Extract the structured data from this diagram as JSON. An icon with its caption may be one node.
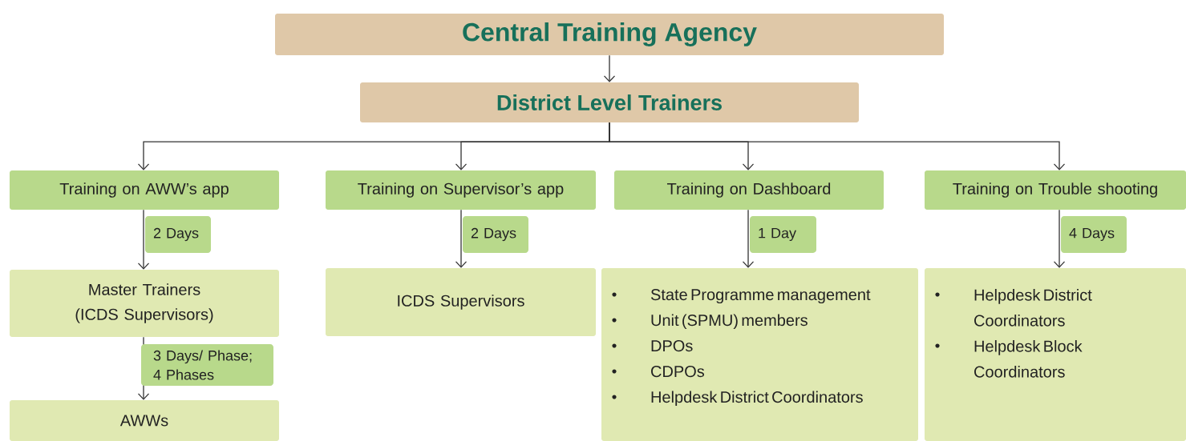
{
  "diagram": {
    "nodes": [
      {
        "text": [
          "Central Training Agency"
        ]
      },
      {
        "text": [
          "District Level Trainers"
        ]
      },
      {
        "text": [
          "Training on AWW’s app"
        ]
      },
      {
        "text": [
          "Training on Supervisor’s app"
        ]
      },
      {
        "text": [
          "Training on Dashboard"
        ]
      },
      {
        "text": [
          "Training on Trouble shooting"
        ]
      },
      {
        "text": [
          "Master Trainers (ICDS Supervisors)"
        ]
      },
      {
        "text": [
          "ICDS Supervisors"
        ]
      },
      {
        "text": [
          "State Programme management",
          "Unit (SPMU) members",
          "DPOs",
          "CDPOs",
          "Helpdesk District Coordinators"
        ]
      },
      {
        "text": [
          "Helpdesk District Coordinators",
          "Helpdesk Block Coordinators"
        ]
      },
      {
        "text": [
          "AWWs"
        ]
      }
    ],
    "edges": [
      {
        "from": 0,
        "to": 1,
        "arrow": "to"
      },
      {
        "from": 1,
        "to": 2,
        "arrow": "to"
      },
      {
        "from": 1,
        "to": 3,
        "arrow": "to"
      },
      {
        "from": 1,
        "to": 4,
        "arrow": "to"
      },
      {
        "from": 1,
        "to": 5,
        "arrow": "to"
      },
      {
        "from": 2,
        "to": 6,
        "arrow": "to",
        "label": "2 Days"
      },
      {
        "from": 3,
        "to": 7,
        "arrow": "to",
        "label": "2 Days"
      },
      {
        "from": 4,
        "to": 8,
        "arrow": "to",
        "label": "1 Day"
      },
      {
        "from": 5,
        "to": 9,
        "arrow": "to",
        "label": "4 Days"
      },
      {
        "from": 6,
        "to": 10,
        "arrow": "to",
        "label": "3 Days/ Phase; 4 Phases"
      }
    ]
  }
}
